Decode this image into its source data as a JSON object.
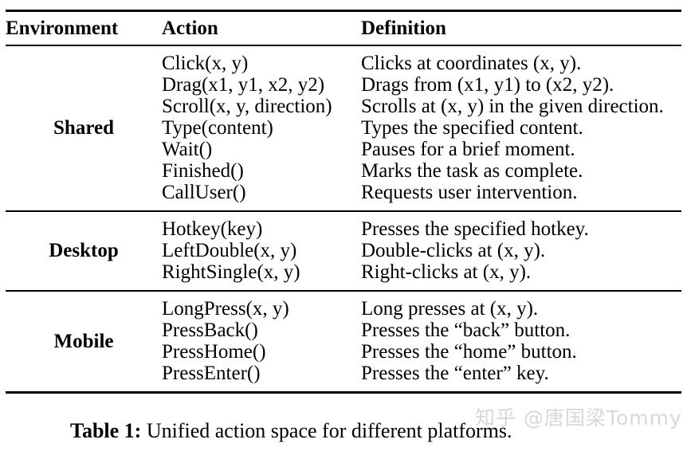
{
  "figure": {
    "table": {
      "headers": [
        "Environment",
        "Action",
        "Definition"
      ],
      "groups": [
        {
          "environment": "Shared",
          "rows": [
            {
              "action": "Click(x, y)",
              "definition": "Clicks at coordinates (x, y)."
            },
            {
              "action": "Drag(x1, y1, x2, y2)",
              "definition": "Drags from (x1, y1) to (x2, y2)."
            },
            {
              "action": "Scroll(x, y, direction)",
              "definition": "Scrolls at (x, y) in the given direction."
            },
            {
              "action": "Type(content)",
              "definition": "Types the specified content."
            },
            {
              "action": "Wait()",
              "definition": "Pauses for a brief moment."
            },
            {
              "action": "Finished()",
              "definition": "Marks the task as complete."
            },
            {
              "action": "CallUser()",
              "definition": "Requests user intervention."
            }
          ]
        },
        {
          "environment": "Desktop",
          "rows": [
            {
              "action": "Hotkey(key)",
              "definition": "Presses the specified hotkey."
            },
            {
              "action": "LeftDouble(x, y)",
              "definition": "Double-clicks at (x, y)."
            },
            {
              "action": "RightSingle(x, y)",
              "definition": "Right-clicks at (x, y)."
            }
          ]
        },
        {
          "environment": "Mobile",
          "rows": [
            {
              "action": "LongPress(x, y)",
              "definition": "Long presses at (x, y)."
            },
            {
              "action": "PressBack()",
              "definition": "Presses the “back” button."
            },
            {
              "action": "PressHome()",
              "definition": "Presses the “home” button."
            },
            {
              "action": "PressEnter()",
              "definition": "Presses the “enter” key."
            }
          ]
        }
      ]
    },
    "caption": {
      "label": "Table 1:",
      "text": " Unified action space for different platforms."
    }
  },
  "watermark": {
    "text": "知乎 @唐国梁Tommy"
  },
  "colors": {
    "text": "#000000",
    "background": "#ffffff",
    "rule": "#000000",
    "watermark": "#d8d8d8"
  }
}
